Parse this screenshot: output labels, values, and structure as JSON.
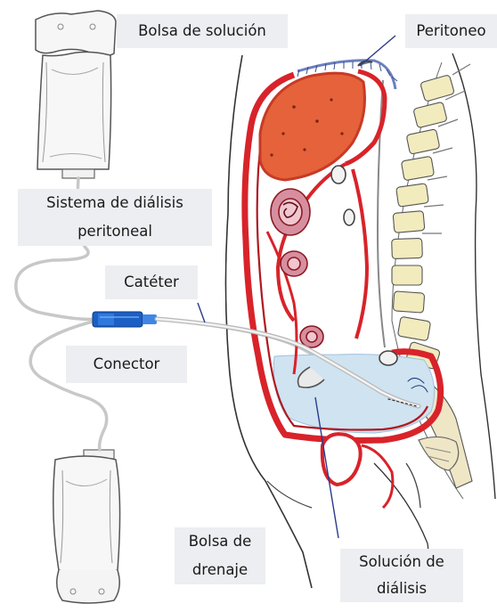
{
  "labels": {
    "solution_bag": "Bolsa de solución",
    "peritoneum": "Peritoneo",
    "system_line1": "Sistema de diálisis",
    "system_line2": "peritoneal",
    "catheter": "Catéter",
    "connector": "Conector",
    "drain_line1": "Bolsa de",
    "drain_line2": "drenaje",
    "fluid_line1": "Solución de",
    "fluid_line2": "diálisis"
  },
  "colors": {
    "peritoneum_red": "#d8232a",
    "liver": "#e5623a",
    "dialysis_fluid": "#cfe3f1",
    "spine_bone": "#f1ebbe",
    "connector_blue": "#1c5fc4",
    "pointer_line": "#2a3a8c"
  }
}
